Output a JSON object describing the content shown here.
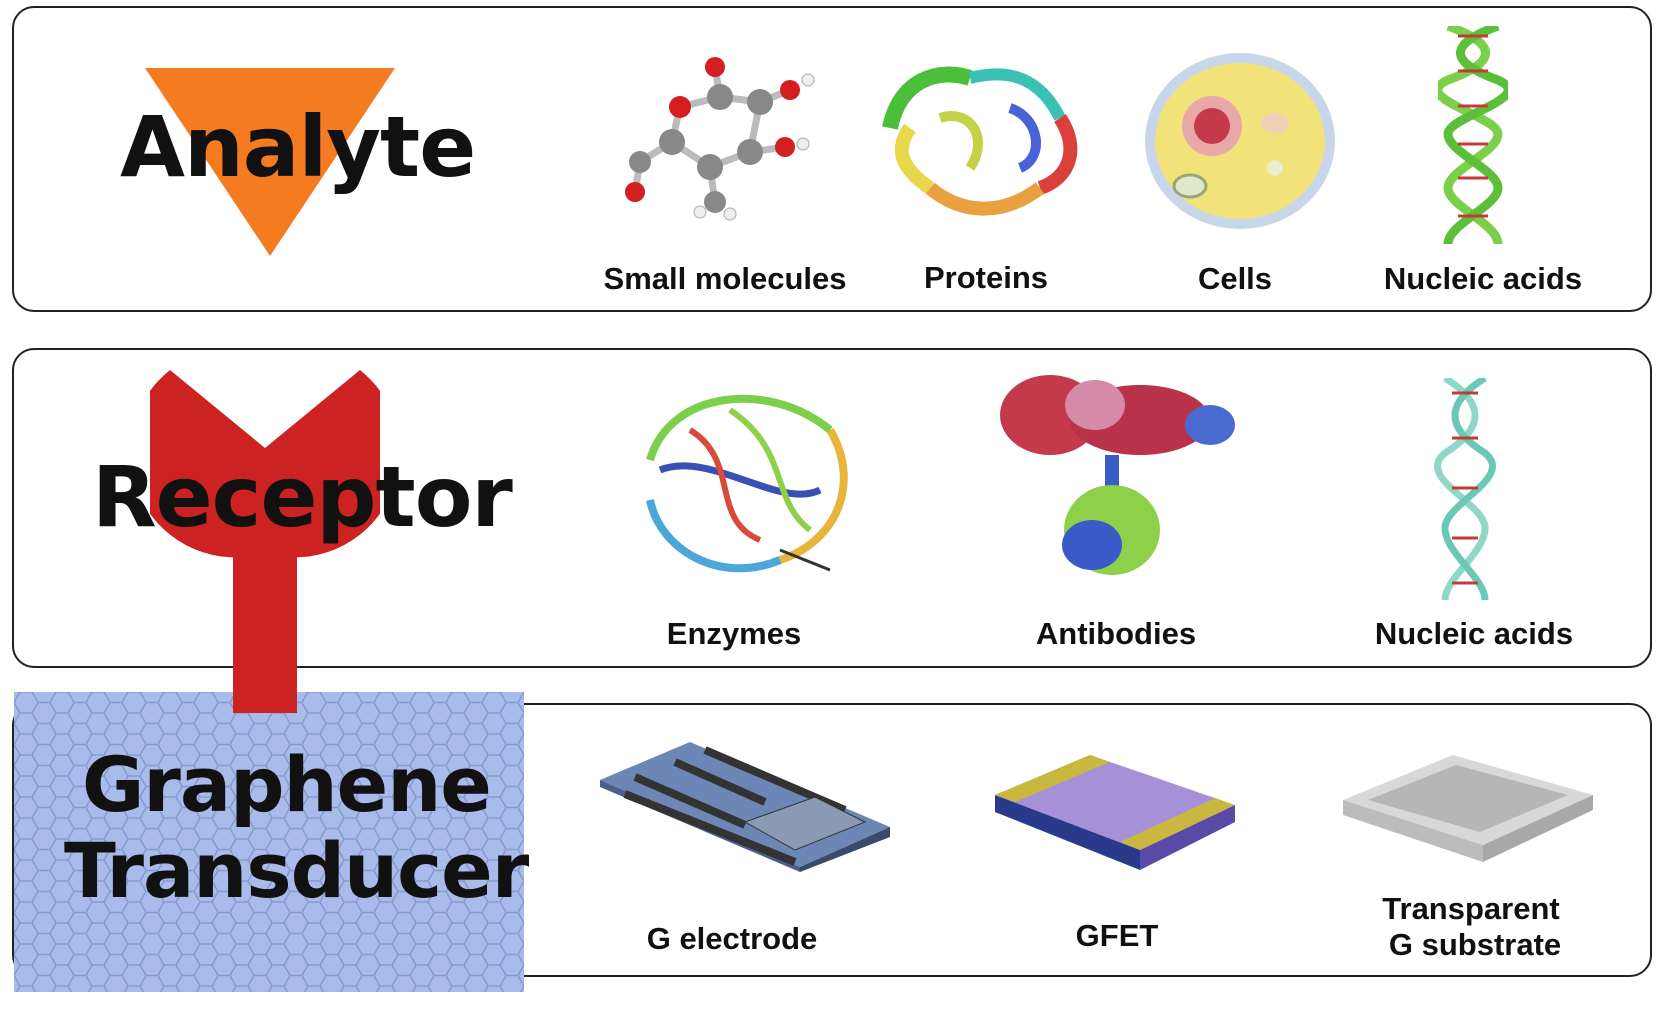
{
  "analyte": {
    "title": "Analyte",
    "items": [
      "Small molecules",
      "Proteins",
      "Cells",
      "Nucleic acids"
    ]
  },
  "receptor": {
    "title": "Receptor",
    "items": [
      "Enzymes",
      "Antibodies",
      "Nucleic acids"
    ]
  },
  "transducer": {
    "title_line1": "Graphene",
    "title_line2": "Transducer",
    "items": [
      "G electrode",
      "GFET"
    ],
    "item3_line1": "Transparent",
    "item3_line2": "G substrate"
  },
  "colors": {
    "analyte_triangle": "#f47b20",
    "receptor_red": "#cc2222",
    "graphene_blue": "#9fb4e6"
  }
}
